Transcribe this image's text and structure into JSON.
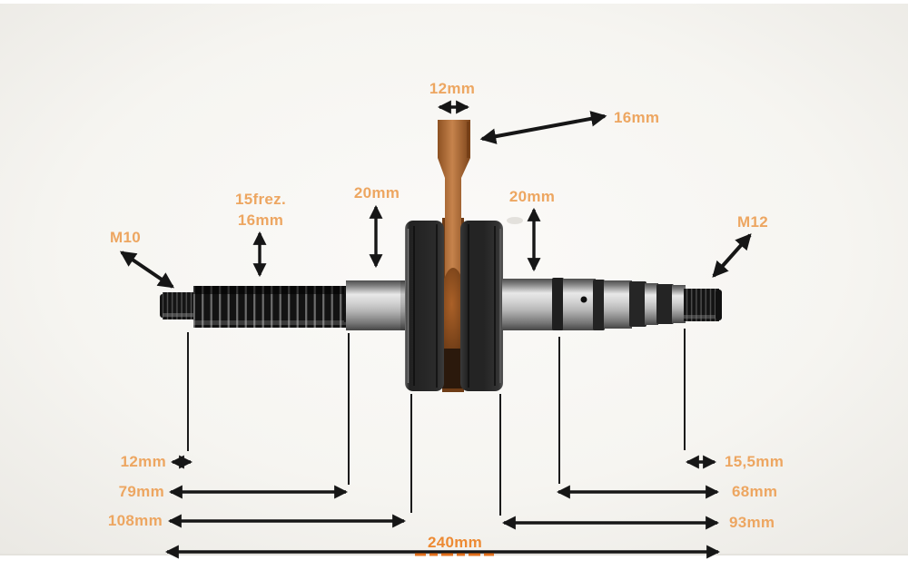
{
  "diagram": {
    "type": "crankshaft-dimension-diagram",
    "accent_color": "#EDA661",
    "accent_strong_color": "#ED8A33",
    "arrow_color": "#161616",
    "labels": {
      "small_end_width": "12mm",
      "small_end_size": "16mm",
      "spline_line1": "15frez.",
      "spline_line2": "16mm",
      "left_web_thickness": "20mm",
      "right_web_thickness": "20mm",
      "left_thread": "M10",
      "right_thread": "M12",
      "left_thread_length": "12mm",
      "left_shaft_length": "79mm",
      "left_to_web_length": "108mm",
      "right_thread_length": "15,5mm",
      "right_shaft_length": "68mm",
      "right_to_web_length": "93mm",
      "total_length": "240mm"
    }
  }
}
